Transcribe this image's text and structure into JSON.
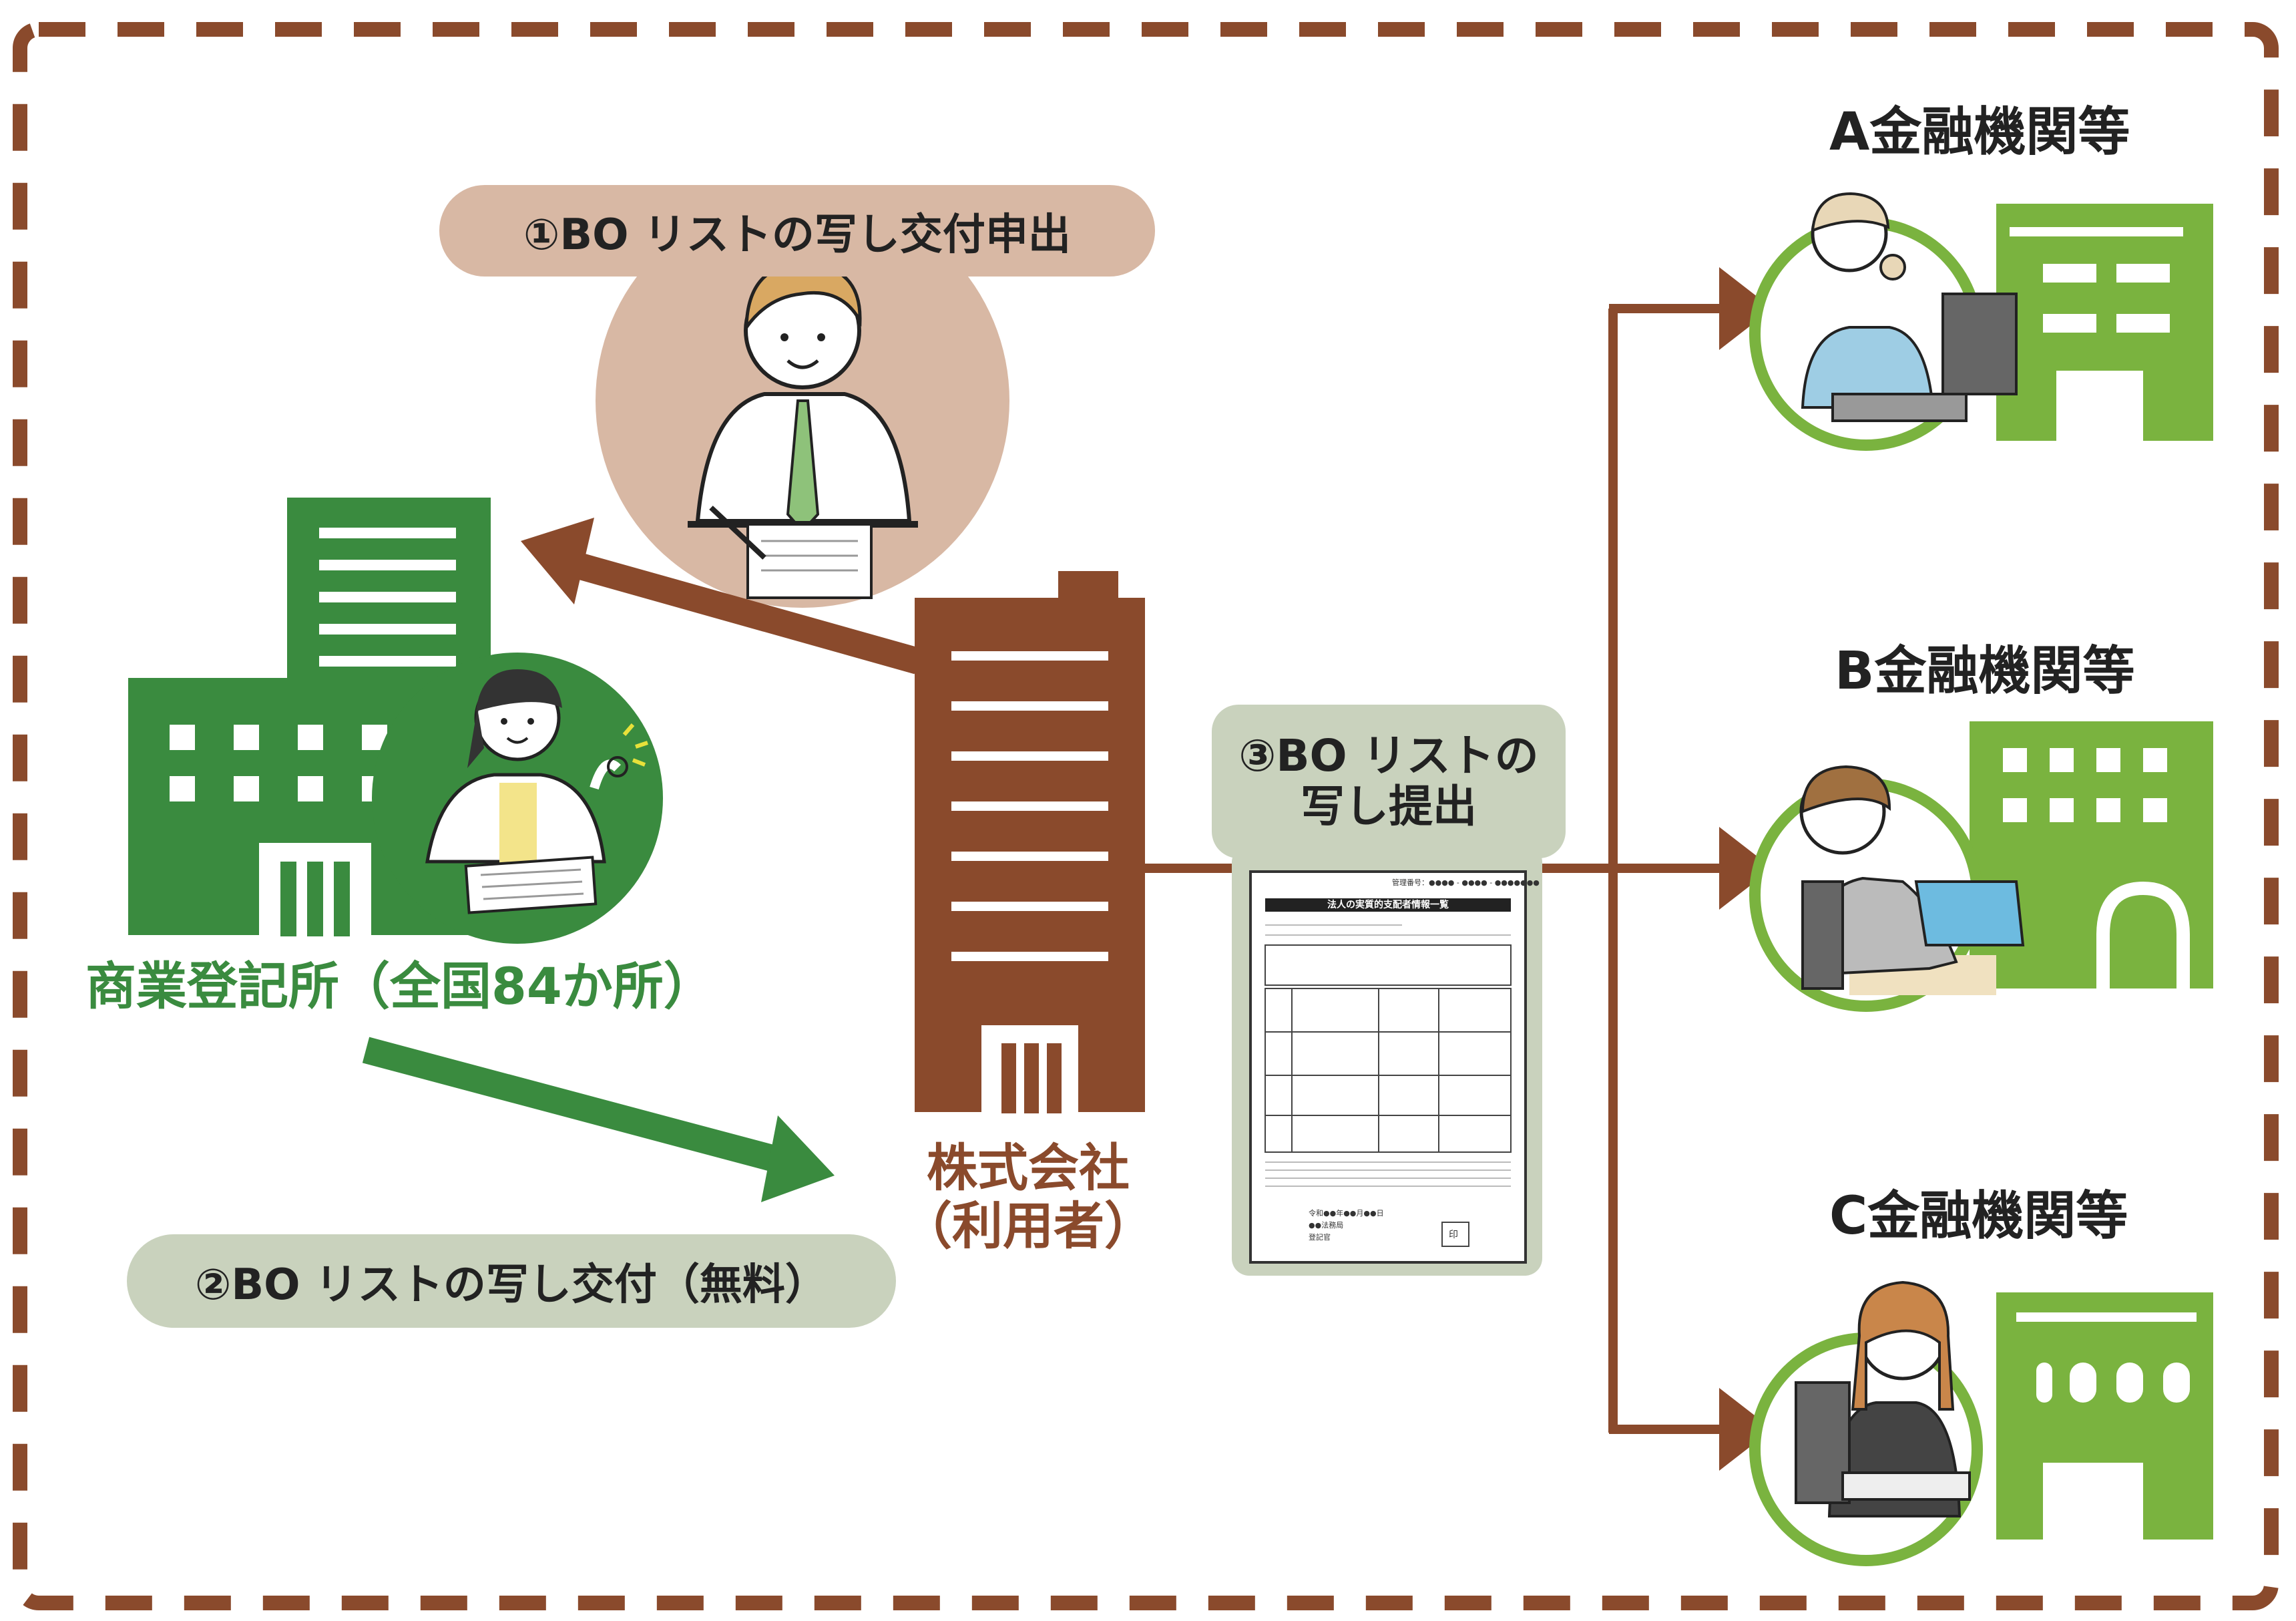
{
  "colors": {
    "brown": "#8a4a2c",
    "green_dark": "#3a8b3f",
    "green_light": "#7ab33f",
    "beige_pill": "#d8b8a4",
    "sage_pill": "#c9d2bd",
    "border_dash": "#8a4a2c",
    "text_dark": "#222222"
  },
  "labels": {
    "step1": "①BO リストの写し交付申出",
    "step2": "②BO リストの写し交付（無料）",
    "step3": "③BO リストの\n写し提出",
    "registry": "商業登記所（全国84か所）",
    "company": "株式会社\n（利用者）",
    "bank_a": "A金融機関等",
    "bank_b": "B金融機関等",
    "bank_c": "C金融機関等"
  },
  "document": {
    "header_num": "管理番号：●●●● - ●●●● - ●●●●●●●",
    "title": "法人の実質的支配者情報一覧",
    "footer_date": "令和●●年●●月●●日",
    "footer_office": "●●法務局",
    "footer_role": "登記官",
    "footer_seal": "印"
  }
}
